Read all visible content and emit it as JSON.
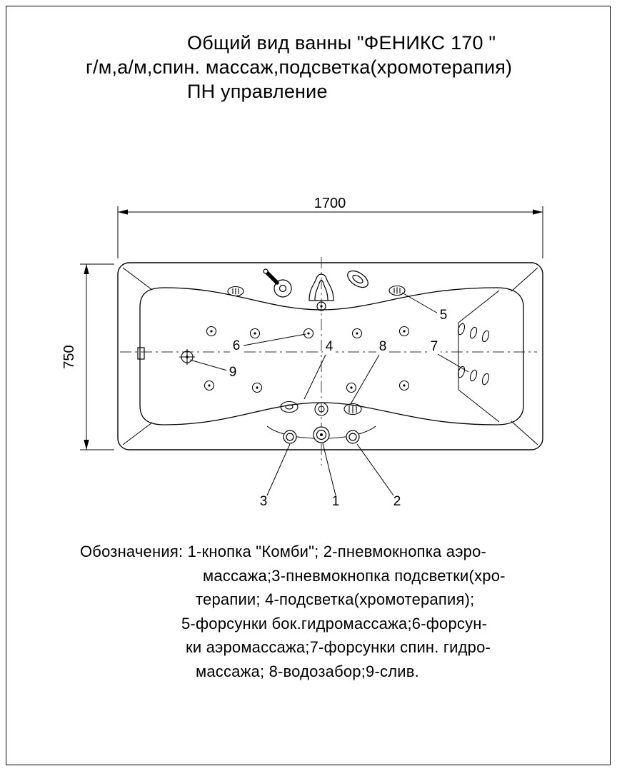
{
  "page": {
    "title_line1": "Общий вид ванны \"ФЕНИКС 170 \"",
    "title_line2": "г/м,а/м,спин. массаж,подсветка(хромотерапия)",
    "title_line3": "ПН управление"
  },
  "drawing": {
    "dim_width": "1700",
    "dim_height": "750",
    "callouts": {
      "c1": "1",
      "c2": "2",
      "c3": "3",
      "c4": "4",
      "c5": "5",
      "c6": "6",
      "c7": "7",
      "c8": "8",
      "c9": "9"
    }
  },
  "legend": {
    "lines": [
      "Обозначения: 1-кнопка \"Комби\"; 2-пневмокнопка аэро-",
      "массажа;3-пневмокнопка подсветки(хро-",
      "терапии; 4-подсветка(хромотерапия);",
      "5-форсунки бок.гидромассажа;6-форсун-",
      "ки аэромассажа;7-форсунки спин. гидро-",
      "массажа; 8-водозабор;9-слив."
    ]
  }
}
